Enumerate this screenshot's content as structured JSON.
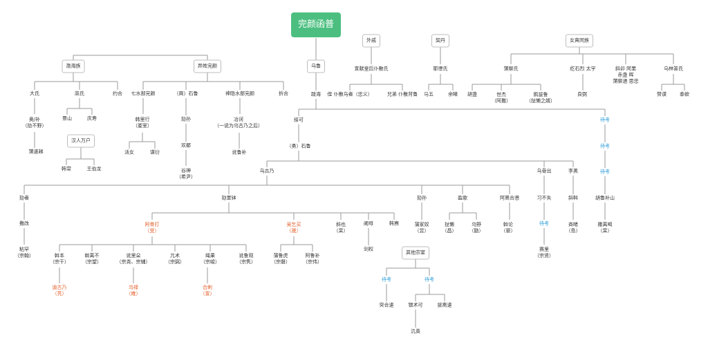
{
  "colors": {
    "root_bg": "#4cbf80",
    "highlight": "#e35d28",
    "pending": "#2a9bd6",
    "line": "#9a9a9a"
  },
  "nodes": {
    "root": "完颜函普",
    "wugulu": "乌鲁",
    "bohai_zu": "渤海族",
    "yixing": "异姓完颜",
    "waiqi": "外戚",
    "qidan": "契丹",
    "nvzhen": "女真同族",
    "dashi": "大氏",
    "gaoshi": "高氏",
    "yuehe": "约合",
    "aoshi": "奥/补\n（挞不野）",
    "pusuyue": "蒲速越",
    "jingshan": "景山",
    "qingshou": "庆寿",
    "hanren": "汉人万户",
    "hanchang": "韩常",
    "wangbolong": "王伯龙",
    "qishuibu": "七水部完颜",
    "sheshilu": "（奭）石鲁",
    "shenyinshui": "神隐水部完颜",
    "zhehe": "折合",
    "hanlixing": "韩里行\n（娄室）",
    "hunu": "活女",
    "moujian": "谋衍",
    "jiesun": "劾孙",
    "huandu": "欢都",
    "gushen": "谷神\n（希尹）",
    "yehe": "冶诃\n（一说为乌古乃之后）",
    "dalubu": "讹鲁补",
    "xuanxian": "宣献皇后仆散氏",
    "zhipusan": "侄 仆散乌者（忠义）",
    "xiongdi": "兄弟 仆散背鲁",
    "yelu": "耶律氏",
    "mawu": "马五",
    "yudu": "余睹",
    "pucha": "蒲察氏",
    "hudu": "胡盏",
    "shijie": "世杰\n（阿撒）",
    "pingba": "鹘拔鲁\n（挞懒之婿）",
    "heshilie": "纥石烈 太宇",
    "liangbi": "良弼",
    "fuwo": "斜卯 阿里\n赤盏 晖\n蒲察通 思忠",
    "wulin": "乌林答氏",
    "cheng": "赞谟",
    "taidai": "泰欲",
    "bahai": "跋海",
    "suike": "绥可",
    "yongshilu": "（勇）石鲁",
    "wuguna": "乌古乃",
    "ligui": "劾者",
    "saigai": "撒改",
    "nianhan": "粘罕\n（宗翰）",
    "helibo": "劾里钵",
    "aguda": "阿骨打\n（旻）",
    "wuqimai": "吴乞买\n（晟）",
    "xieye": "斜也\n（杲）",
    "hemu": "阇母",
    "hansai": "韩赛",
    "wohen": "斡本\n（宗干）",
    "wolibu": "斡离不\n（宗望）",
    "wulizhu": "讹里朵\n（宗尧、宗辅）",
    "wuzhu": "兀术\n（宗弼）",
    "shengguo": "绳果\n（宗峻）",
    "wolugan": "讹鲁观\n（宗隽）",
    "digunai": "迪古乃\n（亮）",
    "wulu": "乌禄\n（雍）",
    "hela": "合剌\n（亶）",
    "pulu": "蒲鲁虎\n（宗磐）",
    "alubu": "阿鲁补\n（宗伟）",
    "duoquan": "剑权",
    "hesun": "劾孙",
    "pujiawo": "蒲家奴\n（昱）",
    "panshi": "盈歌",
    "zanlan": "挞懒\n（昌）",
    "wuye": "乌野\n（勖）",
    "alihe": "阿离合懑",
    "wolun": "斡论\n（晏）",
    "other_house": "其他宗室",
    "pend_a": "待考",
    "pend_b": "待考",
    "tuhesu": "突合速",
    "yinshuke": "银术可",
    "bolisu": "拔离速",
    "wenying": "㲹英",
    "wuguchu": "乌骨出",
    "xibushi": "习不失",
    "pend_c": "待考",
    "saili": "赛里\n（宗贤）",
    "lixi": "李黑",
    "xiewo": "斜斡",
    "qilu": "斉睹\n（島）",
    "pend_d": "待考",
    "pend_e": "待考",
    "pend_f": "待考",
    "hulubu": "胡鲁补山",
    "sailige": "撒离喝\n（杲）"
  }
}
